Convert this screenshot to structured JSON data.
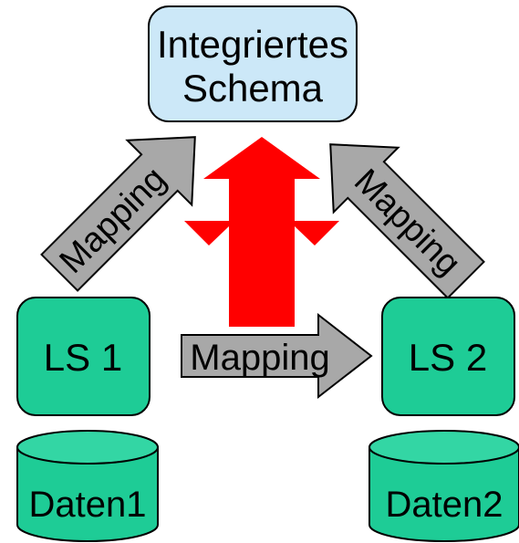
{
  "schema": {
    "line1": "Integriertes",
    "line2": "Schema",
    "fill": "#cce8f8"
  },
  "ls1": {
    "label": "LS 1",
    "fill": "#1ecc96"
  },
  "ls2": {
    "label": "LS 2",
    "fill": "#1ecc96"
  },
  "db1": {
    "label": "Daten1",
    "fill": "#1ecc96",
    "top_fill": "#33d6a4"
  },
  "db2": {
    "label": "Daten2",
    "fill": "#1ecc96",
    "top_fill": "#33d6a4"
  },
  "arrows": {
    "left_label": "Mapping",
    "right_label": "Mapping",
    "middle_label": "Mapping",
    "mapping_fill": "#a8a8a8",
    "central_fill": "#ff0000"
  }
}
